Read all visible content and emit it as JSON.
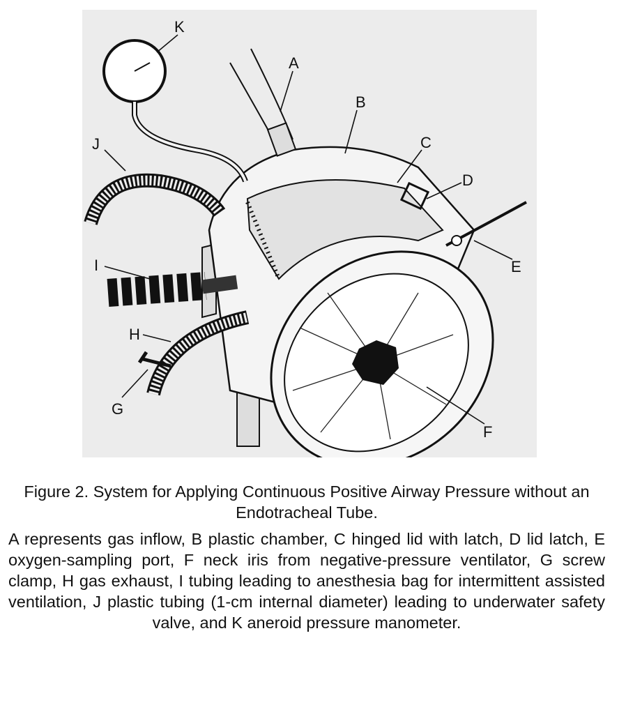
{
  "figure": {
    "labels": [
      "A",
      "B",
      "C",
      "D",
      "E",
      "F",
      "G",
      "H",
      "I",
      "J",
      "K"
    ]
  },
  "caption": {
    "title": "Figure 2. System for Applying Continuous Positive Airway Pressure without an Endotracheal Tube.",
    "body": "A represents gas inflow, B plastic chamber, C hinged lid with latch, D lid latch, E oxygen-sampling port, F neck iris from negative-pressure ventilator, G screw clamp, H gas exhaust, I tubing leading to anesthesia bag for intermittent assisted ventilation, J plastic tubing (1-cm internal diameter) leading to underwater safety valve, and K aneroid pressure manometer."
  }
}
